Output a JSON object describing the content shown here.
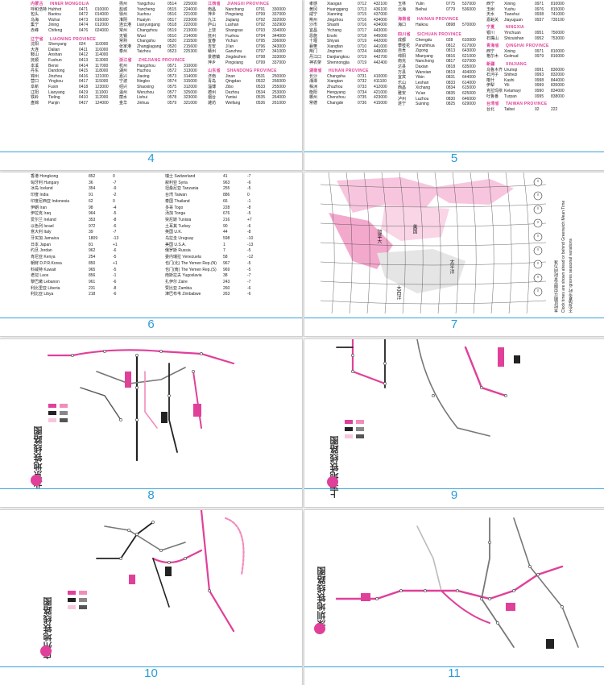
{
  "colors": {
    "pink": "#e0409a",
    "blue": "#2a9bd6",
    "gray": "#888888",
    "dark": "#222222"
  },
  "pages": [
    {
      "number": "4"
    },
    {
      "number": "5"
    },
    {
      "number": "6"
    },
    {
      "number": "7"
    },
    {
      "number": "8"
    },
    {
      "number": "9"
    },
    {
      "number": "10"
    },
    {
      "number": "11"
    }
  ],
  "page4": {
    "col1": {
      "heading_cn": "内蒙古",
      "heading_en": "INNER MONGOLIA",
      "rows": [
        [
          "呼和浩特",
          "Huhhot",
          "0471",
          "010000"
        ],
        [
          "包头",
          "Baotou",
          "0472",
          "014000"
        ],
        [
          "乌海",
          "Wuhai",
          "0473",
          "016000"
        ],
        [
          "集宁",
          "Jining",
          "0474",
          "012000"
        ],
        [
          "赤峰",
          "Chifeng",
          "0476",
          "024000"
        ]
      ],
      "heading2_cn": "辽宁省",
      "heading2_en": "LIAONING PROVINCE",
      "rows2": [
        [
          "沈阳",
          "Shenyang",
          "024",
          "110000"
        ],
        [
          "大连",
          "Dalian",
          "0411",
          "116000"
        ],
        [
          "鞍山",
          "Anshan",
          "0412",
          "114000"
        ],
        [
          "抚顺",
          "Fushun",
          "0413",
          "113000"
        ],
        [
          "本溪",
          "Benxi",
          "0414",
          "117000"
        ],
        [
          "丹东",
          "Dandong",
          "0415",
          "118000"
        ],
        [
          "锦州",
          "Jinzhou",
          "0416",
          "121000"
        ],
        [
          "营口",
          "Yingkou",
          "0417",
          "115000"
        ],
        [
          "阜新",
          "Fuxin",
          "0418",
          "123000"
        ],
        [
          "辽阳",
          "Liaoyang",
          "0419",
          "111000"
        ],
        [
          "铁岭",
          "Tieling",
          "0410",
          "112000"
        ],
        [
          "盘锦",
          "Panjin",
          "0427",
          "124000"
        ]
      ]
    },
    "col2": {
      "rows": [
        [
          "扬州",
          "Yangzhou",
          "0514",
          "225000"
        ],
        [
          "盐城",
          "Yancheng",
          "0515",
          "224000"
        ],
        [
          "徐州",
          "Xuzhou",
          "0516",
          "221000"
        ],
        [
          "淮阴",
          "Huaiyin",
          "0517",
          "223000"
        ],
        [
          "连云港",
          "Lianyungang",
          "0518",
          "222000"
        ],
        [
          "常州",
          "Changzhou",
          "0519",
          "213000"
        ],
        [
          "无锡",
          "Wuxi",
          "0510",
          "214000"
        ],
        [
          "常熟",
          "Changshu",
          "0520",
          "215500"
        ],
        [
          "张家港",
          "Zhangjiagang",
          "0520",
          "215600"
        ],
        [
          "泰州",
          "Taizhou",
          "0523",
          "225300"
        ]
      ],
      "heading_cn": "浙江省",
      "heading_en": "ZHEJIANG PROVINCE",
      "rows2": [
        [
          "杭州",
          "Hangzhou",
          "0571",
          "310000"
        ],
        [
          "湖州",
          "Huzhou",
          "0572",
          "313000"
        ],
        [
          "嘉兴",
          "Jiaxing",
          "0573",
          "314000"
        ],
        [
          "宁波",
          "Ningbo",
          "0574",
          "315000"
        ],
        [
          "绍兴",
          "Shaoxing",
          "0575",
          "312000"
        ],
        [
          "温州",
          "Wenzhou",
          "0577",
          "325000"
        ],
        [
          "丽水",
          "Lishui",
          "0578",
          "323000"
        ],
        [
          "金华",
          "Jinhua",
          "0579",
          "321000"
        ]
      ]
    },
    "col3": {
      "heading_cn": "江西省",
      "heading_en": "JIANGXI PROVINCE",
      "rows": [
        [
          "南昌",
          "Nanchang",
          "0791",
          "330000"
        ],
        [
          "萍乡",
          "Pingxiang",
          "0799",
          "337000"
        ],
        [
          "九江",
          "Jiujiang",
          "0792",
          "332000"
        ],
        [
          "庐山",
          "Lushan",
          "0792",
          "332900"
        ],
        [
          "上饶",
          "Shangrao",
          "0793",
          "334000"
        ],
        [
          "抚州",
          "Fuzhou",
          "0794",
          "344000"
        ],
        [
          "宜春",
          "Yichun",
          "0795",
          "336000"
        ],
        [
          "吉安",
          "Ji'an",
          "0796",
          "343000"
        ],
        [
          "赣州",
          "Ganzhou",
          "0797",
          "341000"
        ],
        [
          "景德镇",
          "Jingdezhen",
          "0798",
          "333000"
        ],
        [
          "萍乡",
          "Pingxiang",
          "0799",
          "337000"
        ]
      ],
      "heading2_cn": "山东省",
      "heading2_en": "SHANDONG PROVINCE",
      "rows2": [
        [
          "济南",
          "Jinan",
          "0531",
          "250000"
        ],
        [
          "青岛",
          "Qingdao",
          "0532",
          "266000"
        ],
        [
          "淄博",
          "Zibo",
          "0533",
          "255000"
        ],
        [
          "德州",
          "Dezhou",
          "0534",
          "253000"
        ],
        [
          "烟台",
          "Yantai",
          "0535",
          "264000"
        ],
        [
          "潍坊",
          "Weifang",
          "0536",
          "261000"
        ]
      ]
    }
  },
  "page5": {
    "col1": {
      "rows": [
        [
          "孝感",
          "Xiaogan",
          "0712",
          "432100"
        ],
        [
          "黄冈",
          "Huanggang",
          "0713",
          "436100"
        ],
        [
          "咸宁",
          "Xianning",
          "0715",
          "437000"
        ],
        [
          "荆州",
          "Jingzhou",
          "0716",
          "434000"
        ],
        [
          "沙市",
          "Shashi",
          "0716",
          "434000"
        ],
        [
          "宜昌",
          "Yichang",
          "0717",
          "443000"
        ],
        [
          "恩施",
          "Enshi",
          "0718",
          "445000"
        ],
        [
          "十堰",
          "Shiyan",
          "0719",
          "442000"
        ],
        [
          "襄樊",
          "Xiangfan",
          "0710",
          "441000"
        ],
        [
          "荆门",
          "Jingmen",
          "0724",
          "448000"
        ],
        [
          "丹江口",
          "Danjiangkou",
          "0719",
          "442700"
        ],
        [
          "神农架",
          "Shennongjia",
          "0719",
          "442400"
        ]
      ],
      "heading_cn": "湖南省",
      "heading_en": "HUNAN PROVINCE",
      "rows2": [
        [
          "长沙",
          "Changsha",
          "0731",
          "410000"
        ],
        [
          "湘潭",
          "Xiangtan",
          "0732",
          "411100"
        ],
        [
          "株洲",
          "Zhuzhou",
          "0733",
          "412000"
        ],
        [
          "衡阳",
          "Hengyang",
          "0734",
          "421000"
        ],
        [
          "郴州",
          "Chenzhou",
          "0735",
          "423000"
        ],
        [
          "常德",
          "Changde",
          "0736",
          "415000"
        ]
      ]
    },
    "col2": {
      "rows": [
        [
          "玉林",
          "Yulin",
          "0775",
          "537000"
        ],
        [
          "北海",
          "Beihai",
          "0779",
          "536000"
        ]
      ],
      "heading_cn": "海南省",
      "heading_en": "HAINAN PROVINCE",
      "rows1": [
        [
          "海口",
          "Haikou",
          "0898",
          "570000"
        ]
      ],
      "heading2_cn": "四川省",
      "heading2_en": "SICHUAN PROVINCE",
      "rows2": [
        [
          "成都",
          "Chengdu",
          "028",
          "610000"
        ],
        [
          "攀枝花",
          "Panzhihua",
          "0812",
          "617000"
        ],
        [
          "自贡",
          "Zigong",
          "0813",
          "643000"
        ],
        [
          "绵阳",
          "Mianyang",
          "0816",
          "621000"
        ],
        [
          "南充",
          "Nanchong",
          "0817",
          "637000"
        ],
        [
          "达县",
          "Daxian",
          "0818",
          "635000"
        ],
        [
          "万县",
          "Wanxian",
          "0819",
          "404000"
        ],
        [
          "宜宾",
          "Yibin",
          "0831",
          "644000"
        ],
        [
          "乐山",
          "Leshan",
          "0833",
          "614000"
        ],
        [
          "西昌",
          "Xichang",
          "0834",
          "615000"
        ],
        [
          "雅安",
          "Ya'an",
          "0835",
          "625000"
        ],
        [
          "泸州",
          "Luzhou",
          "0830",
          "646000"
        ],
        [
          "遂宁",
          "Suining",
          "0825",
          "629000"
        ]
      ]
    },
    "col3": {
      "rows": [
        [
          "西宁",
          "Xining",
          "0971",
          "810000"
        ],
        [
          "玉树",
          "Yushu",
          "0976",
          "815000"
        ],
        [
          "天水",
          "Tianshui",
          "0938",
          "741000"
        ],
        [
          "嘉峪关",
          "Jiayuguan",
          "0937",
          "735100"
        ]
      ],
      "heading_cn": "宁夏",
      "heading_en": "NINGXIA",
      "rows1": [
        [
          "银川",
          "Yinchuan",
          "0951",
          "750000"
        ],
        [
          "石嘴山",
          "Shizuishan",
          "0952",
          "753000"
        ]
      ],
      "heading2_cn": "青海省",
      "heading2_en": "QINGHAI PROVINCE",
      "rows2": [
        [
          "西宁",
          "Xining",
          "0971",
          "810000"
        ],
        [
          "格尔木",
          "Golmud",
          "0979",
          "816000"
        ]
      ],
      "heading3_cn": "新疆",
      "heading3_en": "XINJIANG",
      "rows3": [
        [
          "乌鲁木齐",
          "Urumqi",
          "0991",
          "830000"
        ],
        [
          "石河子",
          "Shihezi",
          "0993",
          "832000"
        ],
        [
          "喀什",
          "Kashi",
          "0998",
          "844000"
        ],
        [
          "伊犁",
          "Yili",
          "0999",
          "835000"
        ],
        [
          "克拉玛依",
          "Kelamayi",
          "0990",
          "834000"
        ],
        [
          "吐鲁番",
          "Turpan",
          "0995",
          "838000"
        ]
      ],
      "heading4_cn": "台湾省",
      "heading4_en": "TAIWAN PROVINCE",
      "rows4": [
        [
          "台北",
          "Taibei",
          "02",
          "222"
        ]
      ]
    }
  },
  "page6": {
    "left": [
      [
        "香港 Hongkong",
        "852",
        "0"
      ],
      [
        "匈牙利 Hungary",
        "36",
        "-7"
      ],
      [
        "冰岛 Iceland",
        "354",
        "-9"
      ],
      [
        "印度 India",
        "91",
        "-2"
      ],
      [
        "印度尼西亚 Indonesia",
        "62",
        "0"
      ],
      [
        "伊朗 Iran",
        "98",
        "-4"
      ],
      [
        "伊拉克 Iraq",
        "964",
        "-5"
      ],
      [
        "爱尔兰 Ireland",
        "353",
        "-8"
      ],
      [
        "以色列 Israel",
        "972",
        "-6"
      ],
      [
        "意大利 Italy",
        "39",
        "-7"
      ],
      [
        "牙买加 Jamaica",
        "1809",
        "-13"
      ],
      [
        "日本 Japan",
        "81",
        "+1"
      ],
      [
        "约旦 Jordan",
        "962",
        "-6"
      ],
      [
        "肯尼亚 Kenya",
        "254",
        "-5"
      ],
      [
        "朝鲜 D.P.R.Korea",
        "850",
        "+1"
      ],
      [
        "科威特 Kuwait",
        "965",
        "-5"
      ],
      [
        "老挝 Laos",
        "856",
        "-1"
      ],
      [
        "黎巴嫩 Lebanon",
        "961",
        "-6"
      ],
      [
        "利比里亚 Liberia",
        "231",
        "-8"
      ],
      [
        "利比亚 Libya",
        "218",
        "-6"
      ]
    ],
    "right": [
      [
        "瑞士 Switzerland",
        "41",
        "-7"
      ],
      [
        "叙利亚 Syria",
        "963",
        "-6"
      ],
      [
        "坦桑尼亚 Tanzania",
        "255",
        "-5"
      ],
      [
        "台湾 Taiwan",
        "886",
        "0"
      ],
      [
        "泰国 Thailand",
        "66",
        "-1"
      ],
      [
        "多哥 Togo",
        "228",
        "-8"
      ],
      [
        "汤加 Tonga",
        "676",
        "-5"
      ],
      [
        "突尼斯 Tunisia",
        "216",
        "+7"
      ],
      [
        "土耳其 Turkey",
        "90",
        "-6"
      ],
      [
        "英国 U.K.",
        "44",
        "-8"
      ],
      [
        "乌拉圭 Uruguay",
        "598",
        "-10"
      ],
      [
        "美国 U.S.A.",
        "1",
        "-13"
      ],
      [
        "俄罗斯 Russia",
        "7",
        "-5"
      ],
      [
        "委内瑞拉 Venezuela",
        "58",
        "-12"
      ],
      [
        "也门(北) The Yemen Rep.(N)",
        "967",
        "-5"
      ],
      [
        "也门(南) The Yemen Rep.(S)",
        "969",
        "-5"
      ],
      [
        "南斯拉夫 Yugoslavia",
        "38",
        "-7"
      ],
      [
        "扎伊尔 Zaire",
        "243",
        "-7"
      ],
      [
        "赞比亚 Zambia",
        "260",
        "-6"
      ],
      [
        "津巴布韦 Zimbabwe",
        "263",
        "-6"
      ]
    ]
  },
  "page7": {
    "notes": [
      "本时区图以中国北京时间为准",
      "Clock times are shown ahead or behind Greenwich Mean Time",
      "不包括夏令时 ignores seasonal variations"
    ],
    "labels": [
      "加拿大",
      "美国",
      "太平洋",
      "大西洋"
    ]
  },
  "page8": {
    "title": "北京地铁线路图"
  },
  "page9": {
    "title": "上海地铁线路图"
  },
  "page10": {
    "title": "广州地铁线路图"
  },
  "page11": {
    "title": "深圳地铁线路图"
  }
}
